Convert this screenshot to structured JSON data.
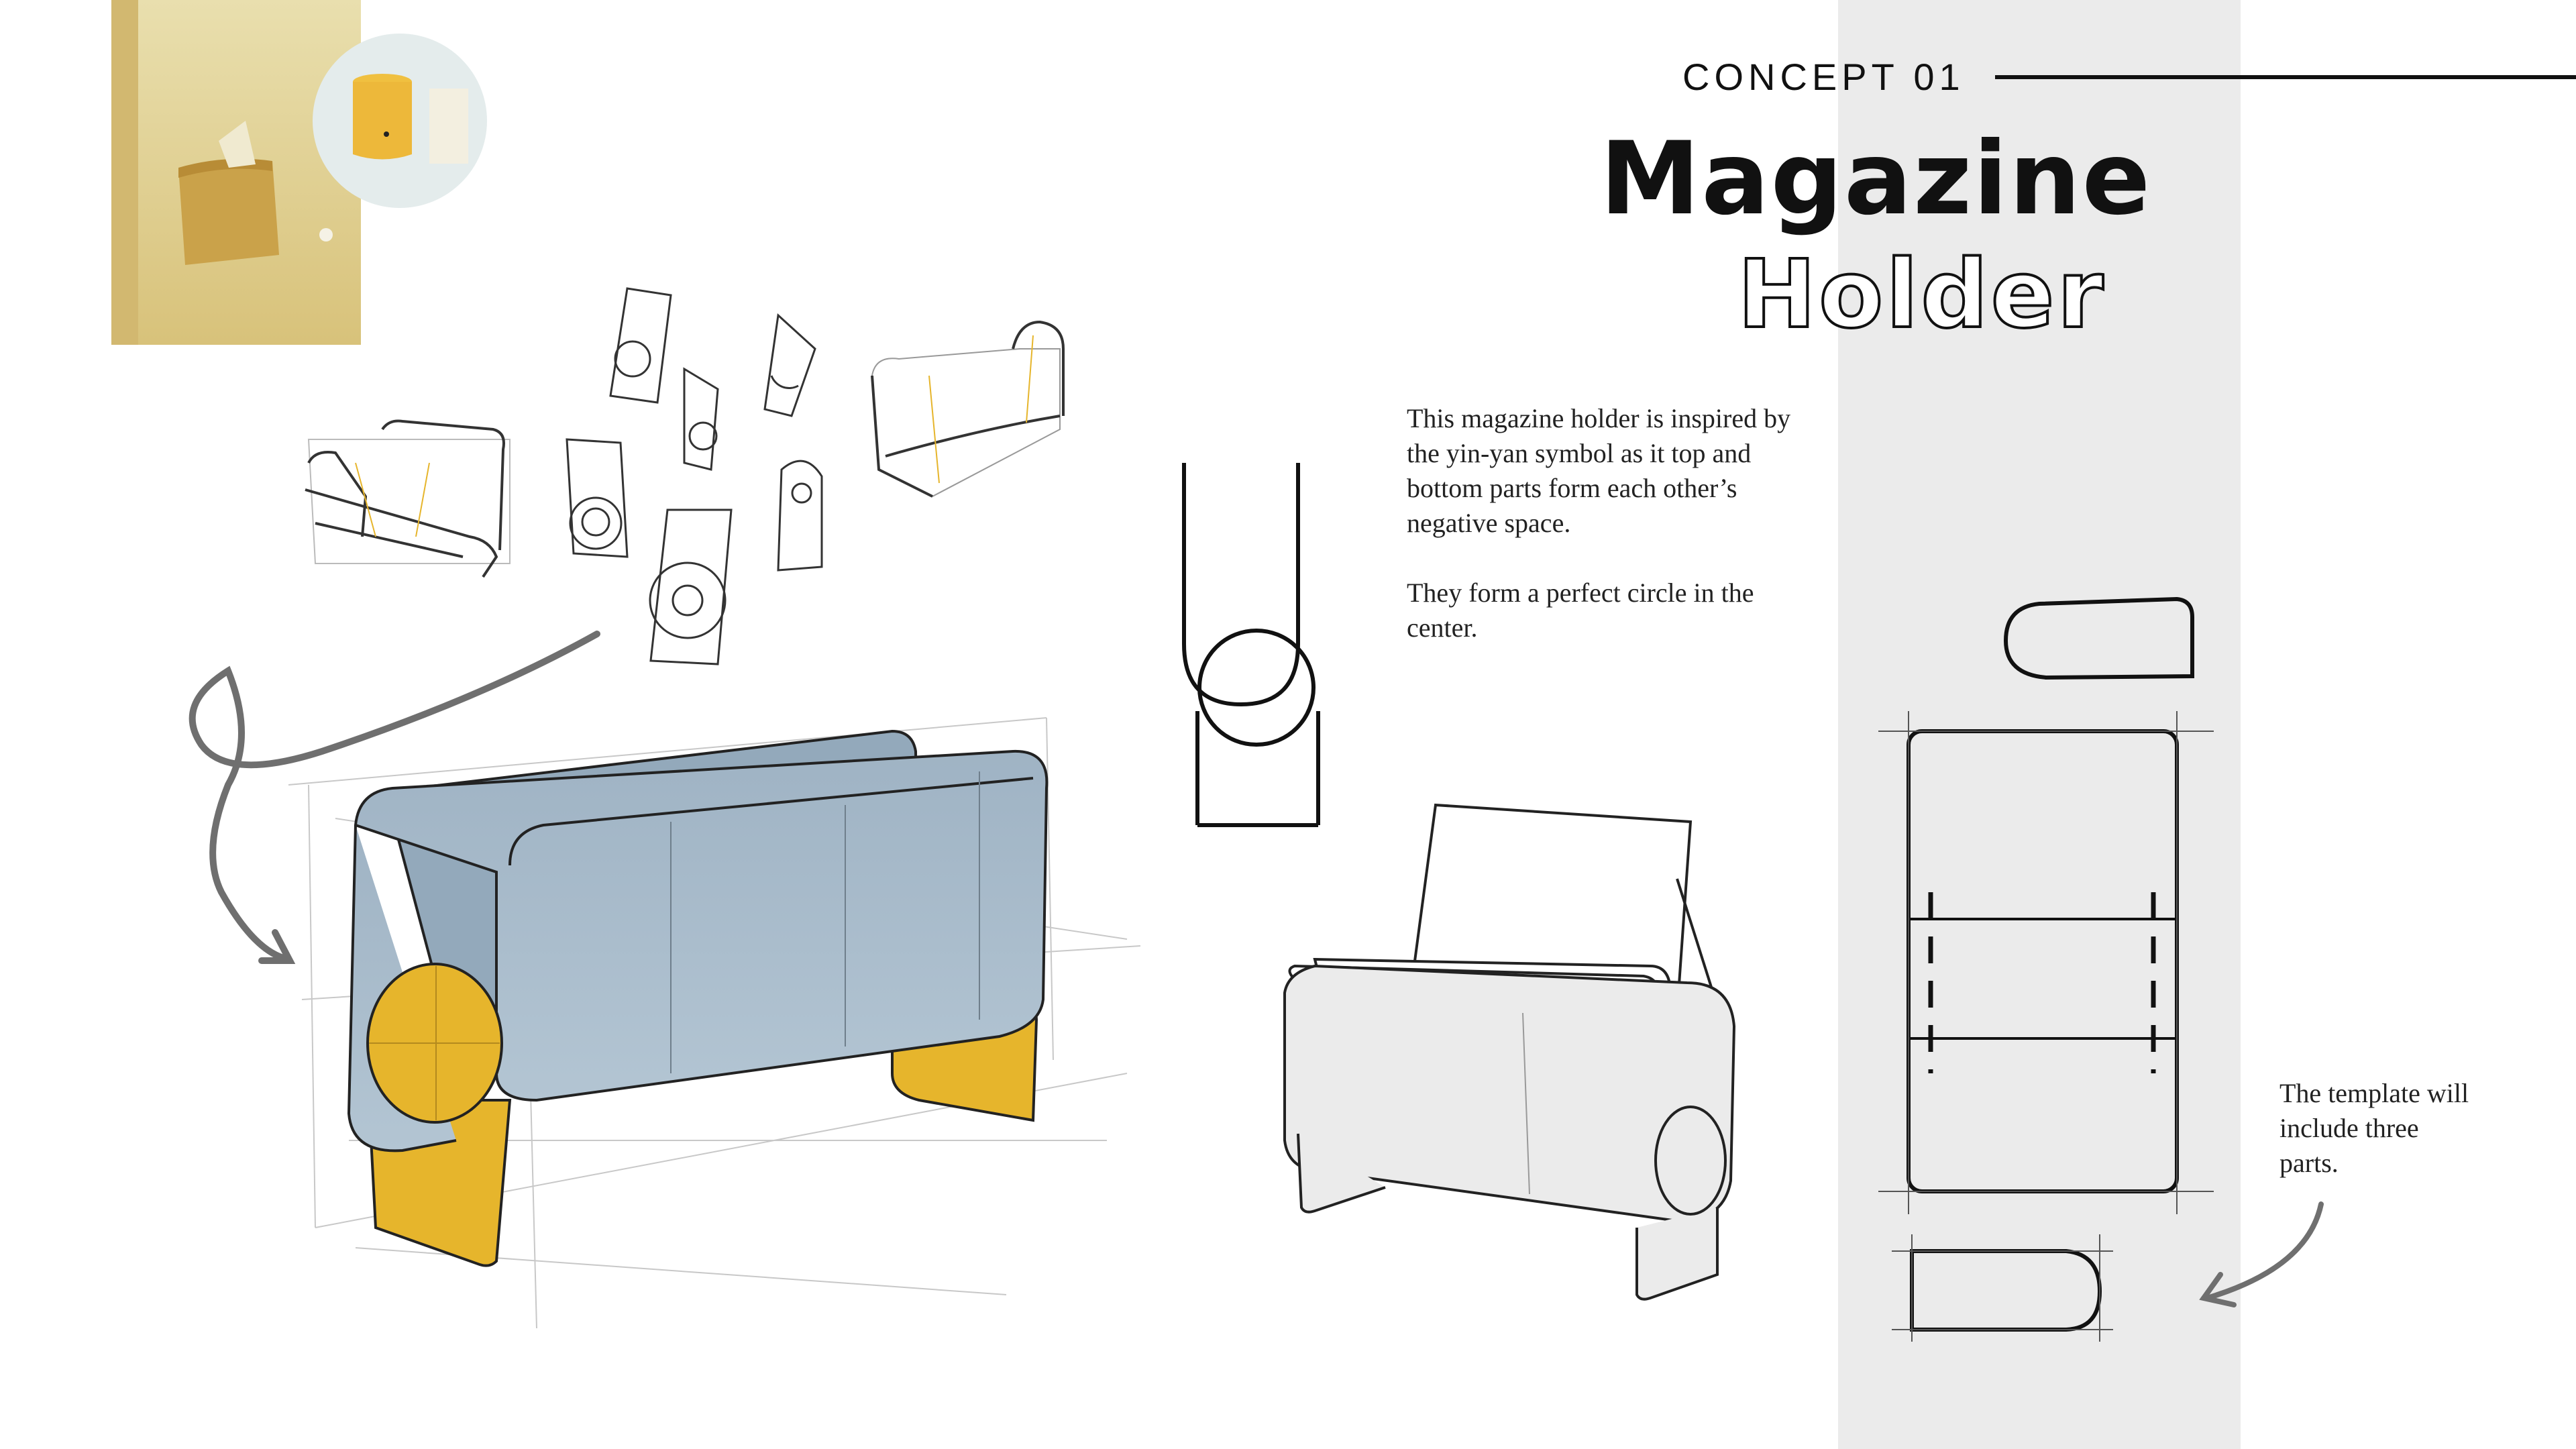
{
  "header": {
    "concept_label": "CONCEPT 01",
    "title_line1": "Magazine",
    "title_line2": "Holder"
  },
  "description": {
    "paragraph1": "This magazine holder is inspired by the yin-yan symbol as it top and bottom parts form each other’s negative space.",
    "paragraph2": "They form a perfect circle in the center."
  },
  "template_note": "The template will include three parts.",
  "colors": {
    "accent_yellow": "#e6b52c",
    "body_blue": "#a9bccb",
    "panel_grey": "#ebebeb",
    "ink": "#111111"
  },
  "icons": [
    "curved-arrow-icon",
    "curved-arrow-icon"
  ]
}
